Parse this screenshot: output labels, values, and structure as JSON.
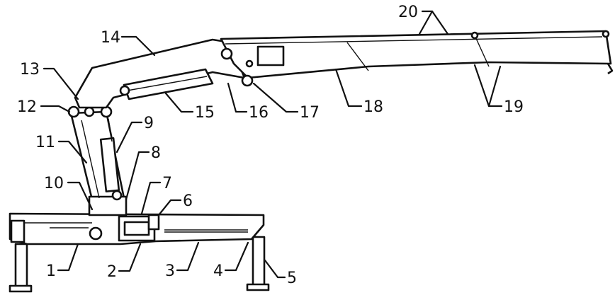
{
  "labels": {
    "1": "1",
    "2": "2",
    "3": "3",
    "4": "4",
    "5": "5",
    "6": "6",
    "7": "7",
    "8": "8",
    "9": "9",
    "10": "10",
    "11": "11",
    "12": "12",
    "13": "13",
    "14": "14",
    "15": "15",
    "16": "16",
    "17": "17",
    "18": "18",
    "19": "19",
    "20": "20"
  }
}
